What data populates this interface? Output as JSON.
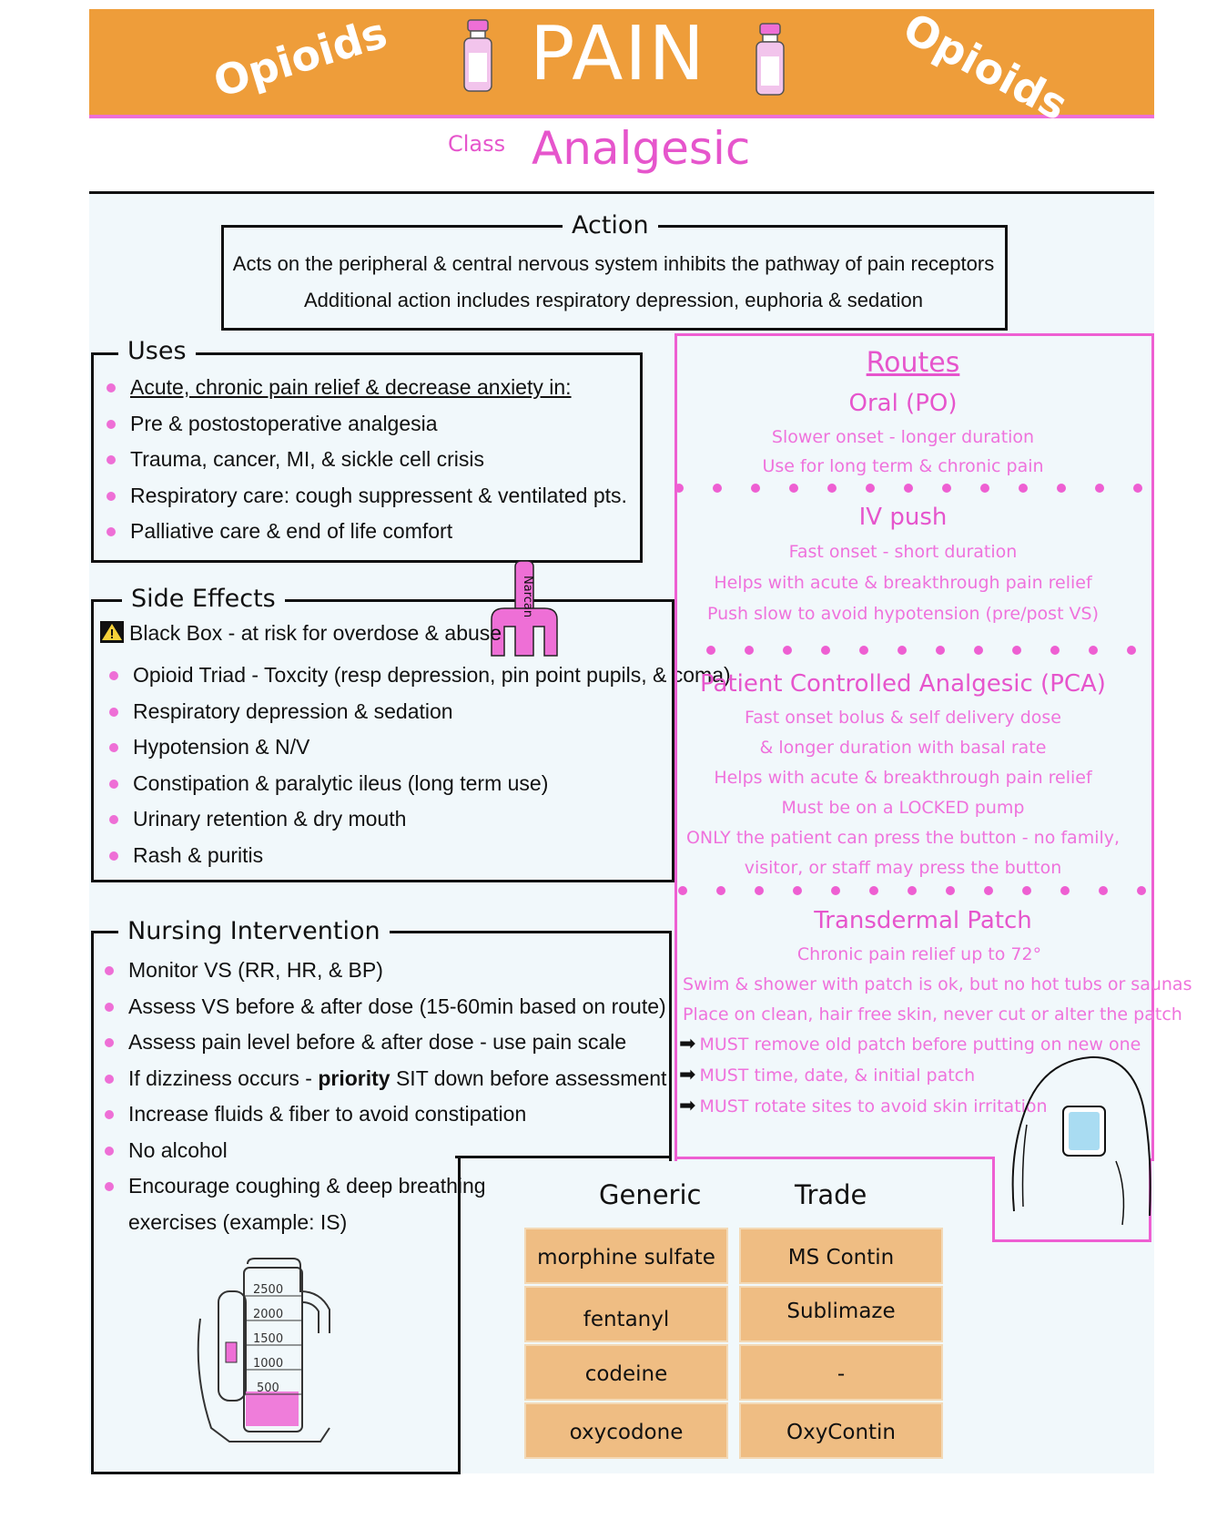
{
  "header": {
    "left_word": "Opioids",
    "title": "PAIN",
    "right_word": "Opioids"
  },
  "drug_class": {
    "label": "Class",
    "value": "Analgesic"
  },
  "action": {
    "title": "Action",
    "lines": [
      "Acts on the peripheral & central nervous system inhibits the pathway of pain receptors",
      "Additional action includes respiratory depression, euphoria & sedation"
    ]
  },
  "uses": {
    "title": "Uses",
    "items": [
      "Acute, chronic pain relief & decrease anxiety in:",
      "Pre & postostoperative analgesia",
      "Trauma, cancer, MI, & sickle cell crisis",
      "Respiratory care: cough suppressent & ventilated pts.",
      "Palliative care & end of life comfort"
    ]
  },
  "side_effects": {
    "title": "Side Effects",
    "narcan_label": "Narcan",
    "black_box": "Black Box - at risk for overdose & abuse",
    "items": [
      "Opioid Triad - Toxcity (resp depression, pin point pupils, & coma)",
      "Respiratory depression & sedation",
      "Hypotension & N/V",
      "Constipation & paralytic ileus (long term use)",
      "Urinary retention & dry mouth",
      "Rash & puritis"
    ]
  },
  "nursing": {
    "title": "Nursing Intervention",
    "items": [
      "Monitor VS (RR, HR, & BP)",
      "Assess VS before & after dose (15-60min based on route)",
      "Assess pain level before & after dose - use pain scale",
      "If dizziness occurs - ",
      "Increase fluids & fiber to avoid constipation",
      "No alcohol",
      "Encourage coughing & deep breathing",
      "exercises (example: IS)"
    ],
    "priority_word": "priority",
    "priority_rest": " SIT down before assessment",
    "spirometer_marks": [
      "2500",
      "2000",
      "1500",
      "1000",
      "500"
    ]
  },
  "routes": {
    "title": "Routes",
    "oral": {
      "title": "Oral  (PO)",
      "lines": [
        "Slower onset - longer duration",
        "Use for long term & chronic pain"
      ]
    },
    "iv": {
      "title": "IV push",
      "lines": [
        "Fast onset - short duration",
        "Helps with acute & breakthrough pain relief",
        "Push slow to avoid hypotension (pre/post VS)"
      ]
    },
    "pca": {
      "title": "Patient Controlled  Analgesic (PCA)",
      "lines": [
        "Fast onset bolus & self delivery dose",
        "& longer duration with basal rate",
        "Helps with acute & breakthrough pain relief",
        "Must be on a LOCKED pump",
        "ONLY the patient can press the button - no family,",
        "visitor, or staff may press the button"
      ]
    },
    "patch": {
      "title": "Transdermal Patch",
      "lines": [
        "Chronic pain relief up to 72°",
        "Swim & shower with patch is ok, but no hot tubs or saunas",
        "Place on clean, hair free skin, never cut or alter the patch"
      ],
      "musts": [
        "MUST remove old patch before putting on new one",
        "MUST time, date, & initial patch",
        "MUST rotate sites to avoid skin irritation"
      ]
    }
  },
  "drugs": {
    "generic_header": "Generic",
    "trade_header": "Trade",
    "rows": [
      {
        "generic": "morphine sulfate",
        "trade": "MS Contin"
      },
      {
        "generic": "fentanyl",
        "trade": "Sublimaze"
      },
      {
        "generic": "codeine",
        "trade": "-"
      },
      {
        "generic": "oxycodone",
        "trade": "OxyContin"
      }
    ]
  },
  "colors": {
    "orange": "#ee9d3a",
    "pink": "#ee5fd2",
    "table": "#efbd83",
    "background": "#f1f8fb"
  }
}
